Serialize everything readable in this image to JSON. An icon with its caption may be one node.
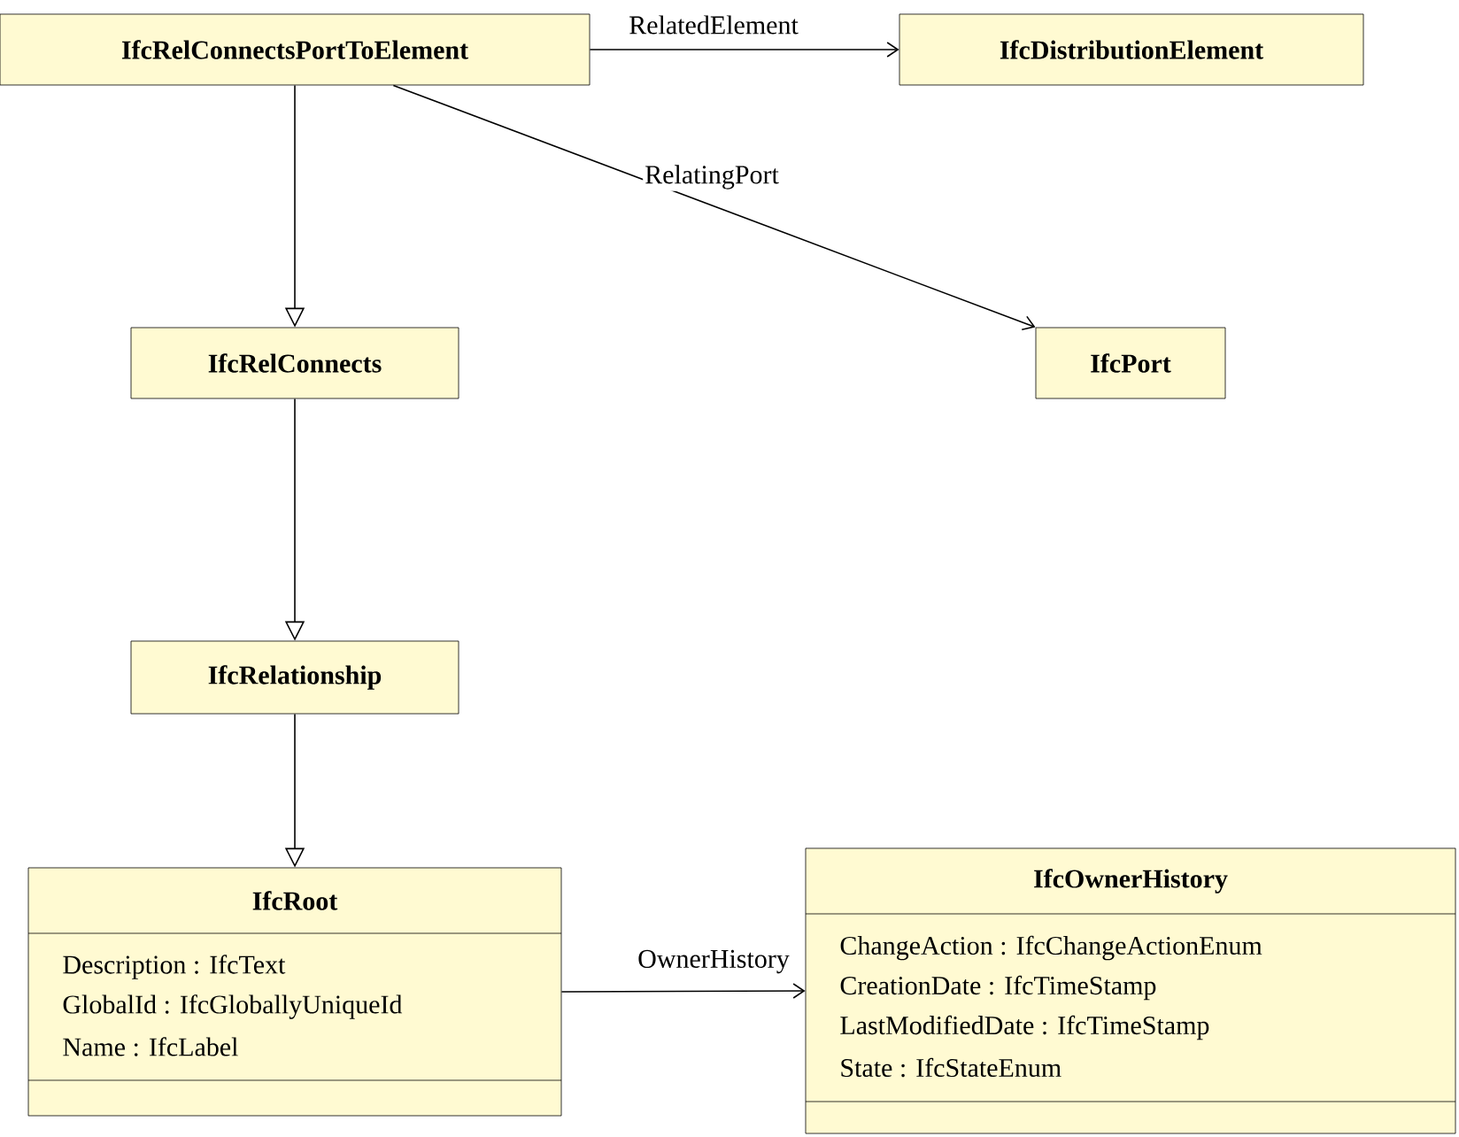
{
  "diagram": {
    "nodes": [
      {
        "text": [
          "IfcRelConnectsPortToElement"
        ]
      },
      {
        "text": [
          "IfcDistributionElement"
        ]
      },
      {
        "text": [
          "IfcRelConnects"
        ]
      },
      {
        "text": [
          "IfcPort"
        ]
      },
      {
        "text": [
          "IfcRelationship"
        ]
      },
      {
        "text": [
          "IfcRoot",
          "Description : IfcText",
          "GlobalId : IfcGloballyUniqueId",
          "Name : IfcLabel"
        ]
      },
      {
        "text": [
          "IfcOwnerHistory",
          "ChangeAction : IfcChangeActionEnum",
          "CreationDate : IfcTimeStamp",
          "LastModifiedDate : IfcTimeStamp",
          "State : IfcStateEnum"
        ]
      }
    ],
    "edges": [
      {
        "from": 0,
        "to": 1,
        "arrow": "to",
        "label": "RelatedElement"
      },
      {
        "from": 0,
        "to": 3,
        "arrow": "to",
        "label": "RelatingPort"
      },
      {
        "from": 0,
        "to": 2,
        "arrow": "to"
      },
      {
        "from": 2,
        "to": 4,
        "arrow": "to"
      },
      {
        "from": 4,
        "to": 5,
        "arrow": "to"
      },
      {
        "from": 5,
        "to": 6,
        "arrow": "to",
        "label": "OwnerHistory"
      }
    ]
  }
}
